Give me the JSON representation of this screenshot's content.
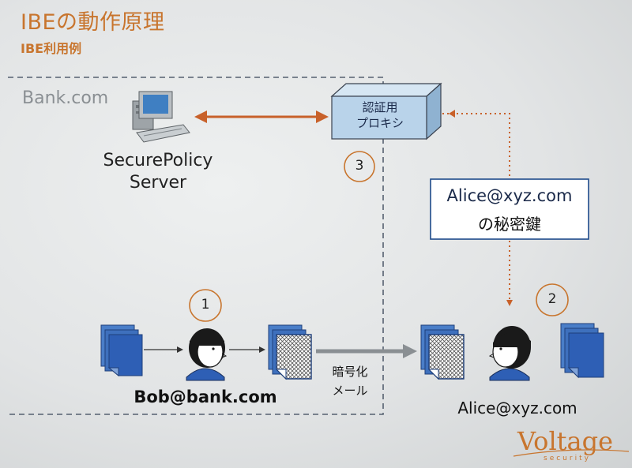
{
  "title": "IBEの動作原理",
  "subtitle": "IBE利用例",
  "domain_label": "Bank.com",
  "server": {
    "line1": "SecurePolicy",
    "line2": "Server"
  },
  "proxy": {
    "line1": "認証用",
    "line2": "プロキシ"
  },
  "key_box": {
    "line1": "Alice@xyz.com",
    "line2": "の秘密鍵"
  },
  "steps": [
    "1",
    "2",
    "3"
  ],
  "sender": "Bob@bank.com",
  "recipient": "Alice@xyz.com",
  "encrypted_mail": {
    "line1": "暗号化",
    "line2": "メール"
  },
  "logo": {
    "name": "Voltage",
    "sub": "security"
  },
  "icons": [
    "server-computer-icon",
    "proxy-box-icon",
    "person-bob-icon",
    "person-alice-icon",
    "document-stack-icon",
    "encrypted-document-icon"
  ],
  "colors": {
    "accent": "#c8752e",
    "arrow_orange": "#c8612a",
    "doc_blue": "#2e5fb5",
    "proxy_face": "#b9d3ea",
    "dashed_border": "#556070"
  }
}
